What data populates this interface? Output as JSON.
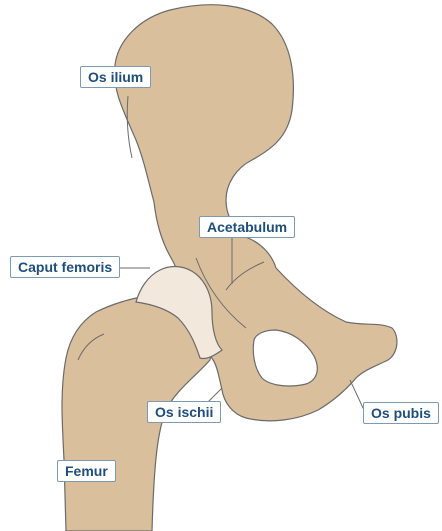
{
  "colors": {
    "bone": "#d9bf9c",
    "cartilage": "#f3e8dc",
    "outline": "#6b6b6b",
    "label_text": "#1f4e79",
    "label_border": "#7d9ab2"
  },
  "labels": {
    "os_ilium": "Os ilium",
    "acetabulum": "Acetabulum",
    "caput_femoris": "Caput femoris",
    "os_ischii": "Os ischii",
    "os_pubis": "Os pubis",
    "femur": "Femur"
  }
}
